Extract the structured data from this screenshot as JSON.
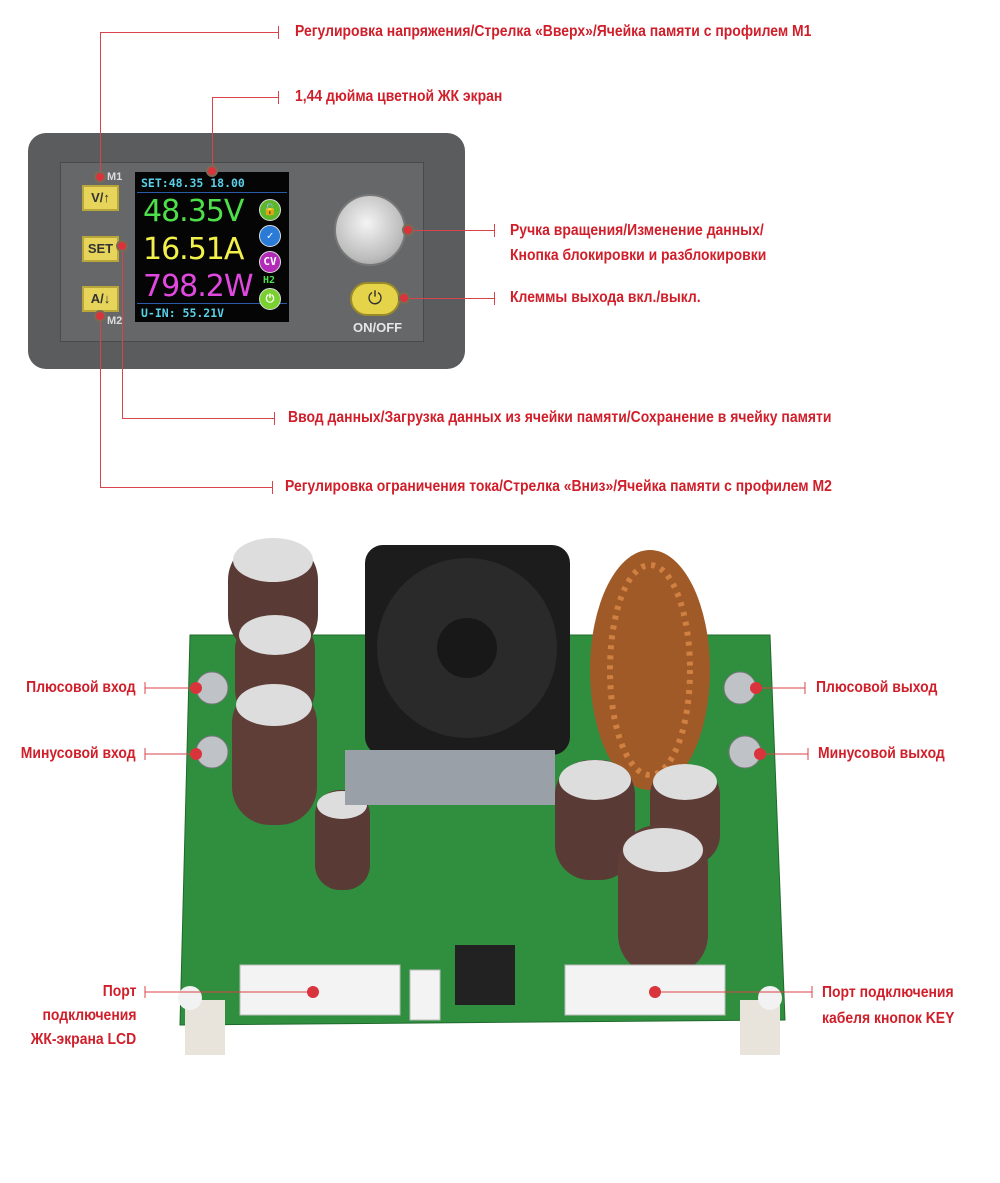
{
  "callouts": {
    "voltage_button": "Регулировка напряжения/Стрелка «Вверх»/Ячейка памяти с профилем М1",
    "lcd_screen": "1,44 дюйма цветной ЖК экран",
    "knob_line1": "Ручка вращения/Изменение данных/",
    "knob_line2": "Кнопка блокировки и разблокировки",
    "onoff": "Клеммы выхода вкл./выкл.",
    "set_button": "Ввод данных/Загрузка данных из ячейки памяти/Сохранение в ячейку памяти",
    "current_button": "Регулировка ограничения тока/Стрелка «Вниз»/Ячейка памяти с профилем М2",
    "plus_in": "Плюсовой вход",
    "minus_in": "Минусовой вход",
    "plus_out": "Плюсовой выход",
    "minus_out": "Минусовой выход",
    "lcd_port_line1": "Порт",
    "lcd_port_line2": "подключения",
    "lcd_port_line3": "ЖК-экрана LCD",
    "key_port_line1": "Порт подключения",
    "key_port_line2": "кабеля кнопок KEY"
  },
  "device": {
    "btn_up": "V/↑",
    "btn_set": "SET",
    "btn_down": "A/↓",
    "m1": "M1",
    "m2": "M2",
    "onoff_label": "ON/OFF",
    "lcd": {
      "set_line": "SET:48.35 18.00",
      "voltage": "48.35V",
      "current": "16.51A",
      "power": "798.2W",
      "uin": "U-IN: 55.21V",
      "mode": "CV",
      "mem": "H2"
    }
  },
  "colors": {
    "accent": "#d01f2a",
    "pcb": "#2f8f3f"
  }
}
